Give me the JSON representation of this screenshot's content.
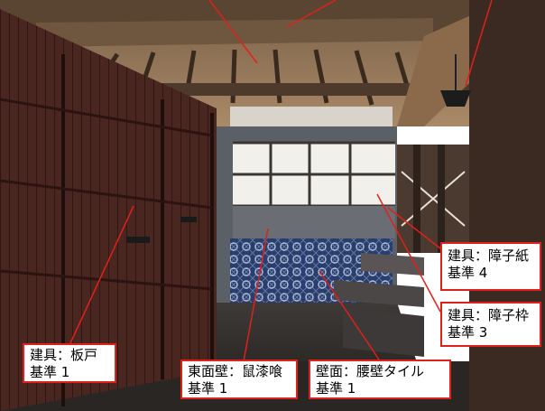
{
  "labels": [
    {
      "id": "itado",
      "line1": "建具：板戸",
      "line2": "基準 1"
    },
    {
      "id": "shikkui",
      "line1": "東面壁：鼠漆喰",
      "line2": "基準 1"
    },
    {
      "id": "tile",
      "line1": "壁面：腰壁タイル",
      "line2": "基準 1"
    },
    {
      "id": "shojigami",
      "line1": "建具：障子紙",
      "line2": "基準 4"
    },
    {
      "id": "shojiwaku",
      "line1": "建具：障子枠",
      "line2": "基準 3"
    }
  ],
  "colors": {
    "callout": "#e0201a"
  }
}
